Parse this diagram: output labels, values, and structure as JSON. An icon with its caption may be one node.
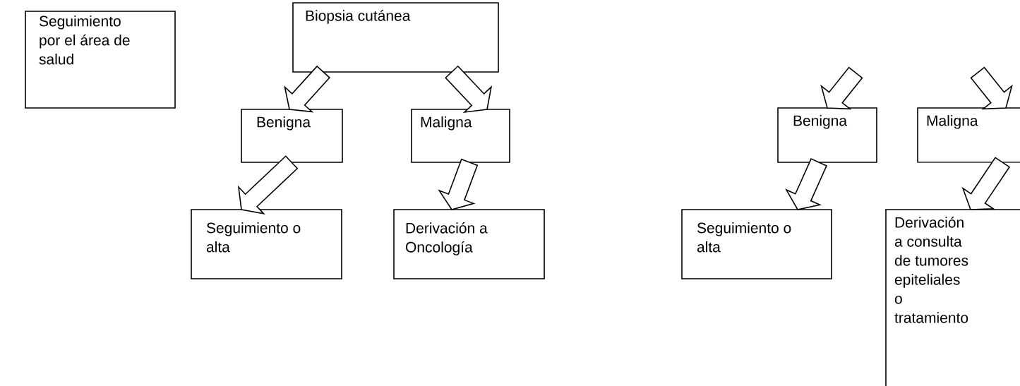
{
  "diagram": {
    "nodes": [
      {
        "text": [
          "Seguimiento por el área de salud"
        ]
      },
      {
        "text": [
          "Biopsia cutánea"
        ]
      },
      {
        "text": [
          "Benigna"
        ]
      },
      {
        "text": [
          "Maligna"
        ]
      },
      {
        "text": [
          "Seguimiento o alta"
        ]
      },
      {
        "text": [
          "Derivación a Oncología"
        ]
      },
      {
        "text": [
          "Benigna"
        ]
      },
      {
        "text": [
          "Maligna"
        ]
      },
      {
        "text": [
          "Seguimiento o alta"
        ]
      },
      {
        "text": [
          "Derivación a consulta de tumores epiteliales o tratamiento"
        ]
      }
    ],
    "edges": [
      {
        "from": 1,
        "to": 2,
        "arrow": "to"
      },
      {
        "from": 1,
        "to": 3,
        "arrow": "to"
      },
      {
        "from": 2,
        "to": 4,
        "arrow": "to"
      },
      {
        "from": 3,
        "to": 5,
        "arrow": "to"
      },
      {
        "from": null,
        "to": 6,
        "arrow": "to"
      },
      {
        "from": null,
        "to": 7,
        "arrow": "to"
      },
      {
        "from": 6,
        "to": 8,
        "arrow": "to"
      },
      {
        "from": 7,
        "to": 9,
        "arrow": "to"
      }
    ]
  }
}
